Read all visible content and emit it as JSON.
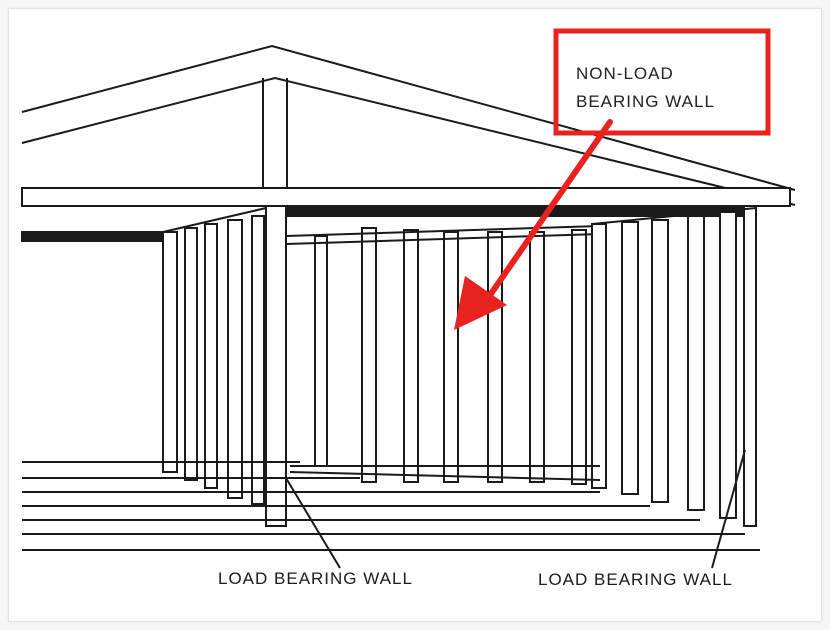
{
  "diagram": {
    "callout": {
      "line1": "NON-LOAD",
      "line2": "BEARING WALL",
      "box_color": "#e8221f",
      "arrow_color": "#e8221f"
    },
    "labels": {
      "left": "LOAD BEARING WALL",
      "right": "LOAD BEARING WALL"
    },
    "line_color": "#1a1a1a"
  }
}
